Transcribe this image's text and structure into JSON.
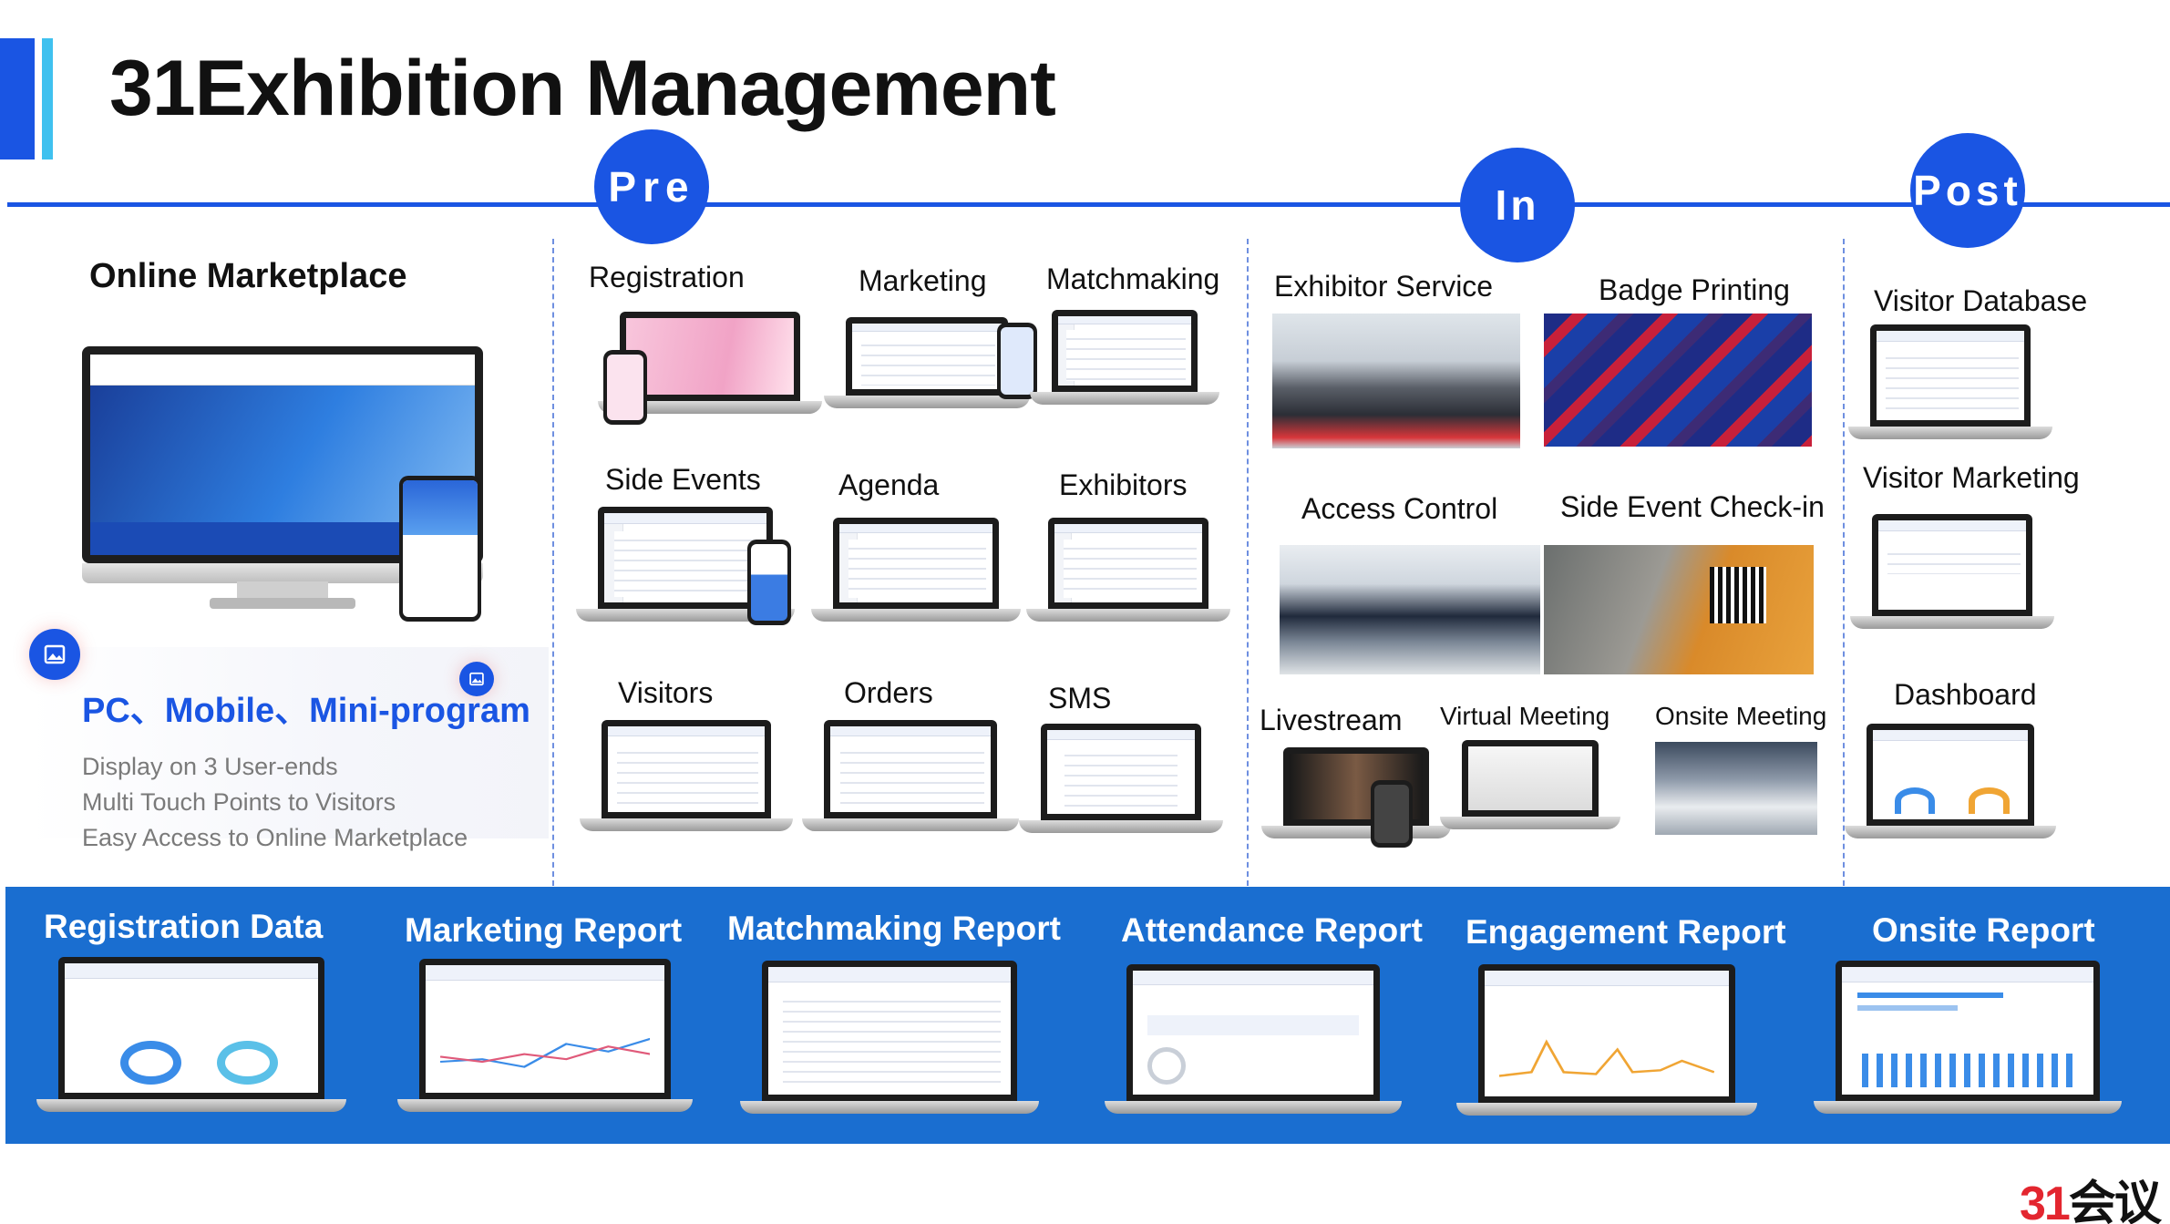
{
  "slide": {
    "title": "31Exhibition Management"
  },
  "phases": {
    "pre": "Pre",
    "in": "In",
    "post": "Post"
  },
  "online_marketplace": {
    "title": "Online Marketplace",
    "platforms": "PC、Mobile、Mini-program",
    "bullets": [
      "Display on 3 User-ends",
      "Multi Touch Points to Visitors",
      "Easy Access to Online Marketplace"
    ]
  },
  "pre_features": [
    "Registration",
    "Marketing",
    "Matchmaking",
    "Side Events",
    "Agenda",
    "Exhibitors",
    "Visitors",
    "Orders",
    "SMS"
  ],
  "in_features": [
    "Exhibitor Service",
    "Badge Printing",
    "Access Control",
    "Side Event Check-in",
    "Livestream",
    "Virtual Meeting",
    "Onsite Meeting"
  ],
  "post_features": [
    "Visitor Database",
    "Visitor Marketing",
    "Dashboard"
  ],
  "reports": [
    "Registration Data",
    "Marketing Report",
    "Matchmaking Report",
    "Attendance Report",
    "Engagement Report",
    "Onsite Report"
  ],
  "brand_logo": {
    "red_part": "31",
    "dark_part": "会议"
  },
  "colors": {
    "primary_blue": "#1a55e3",
    "accent_cyan": "#3fc1ef",
    "report_band": "#1a6ed0",
    "logo_red": "#e3262f"
  },
  "icons": [
    "image-icon"
  ]
}
